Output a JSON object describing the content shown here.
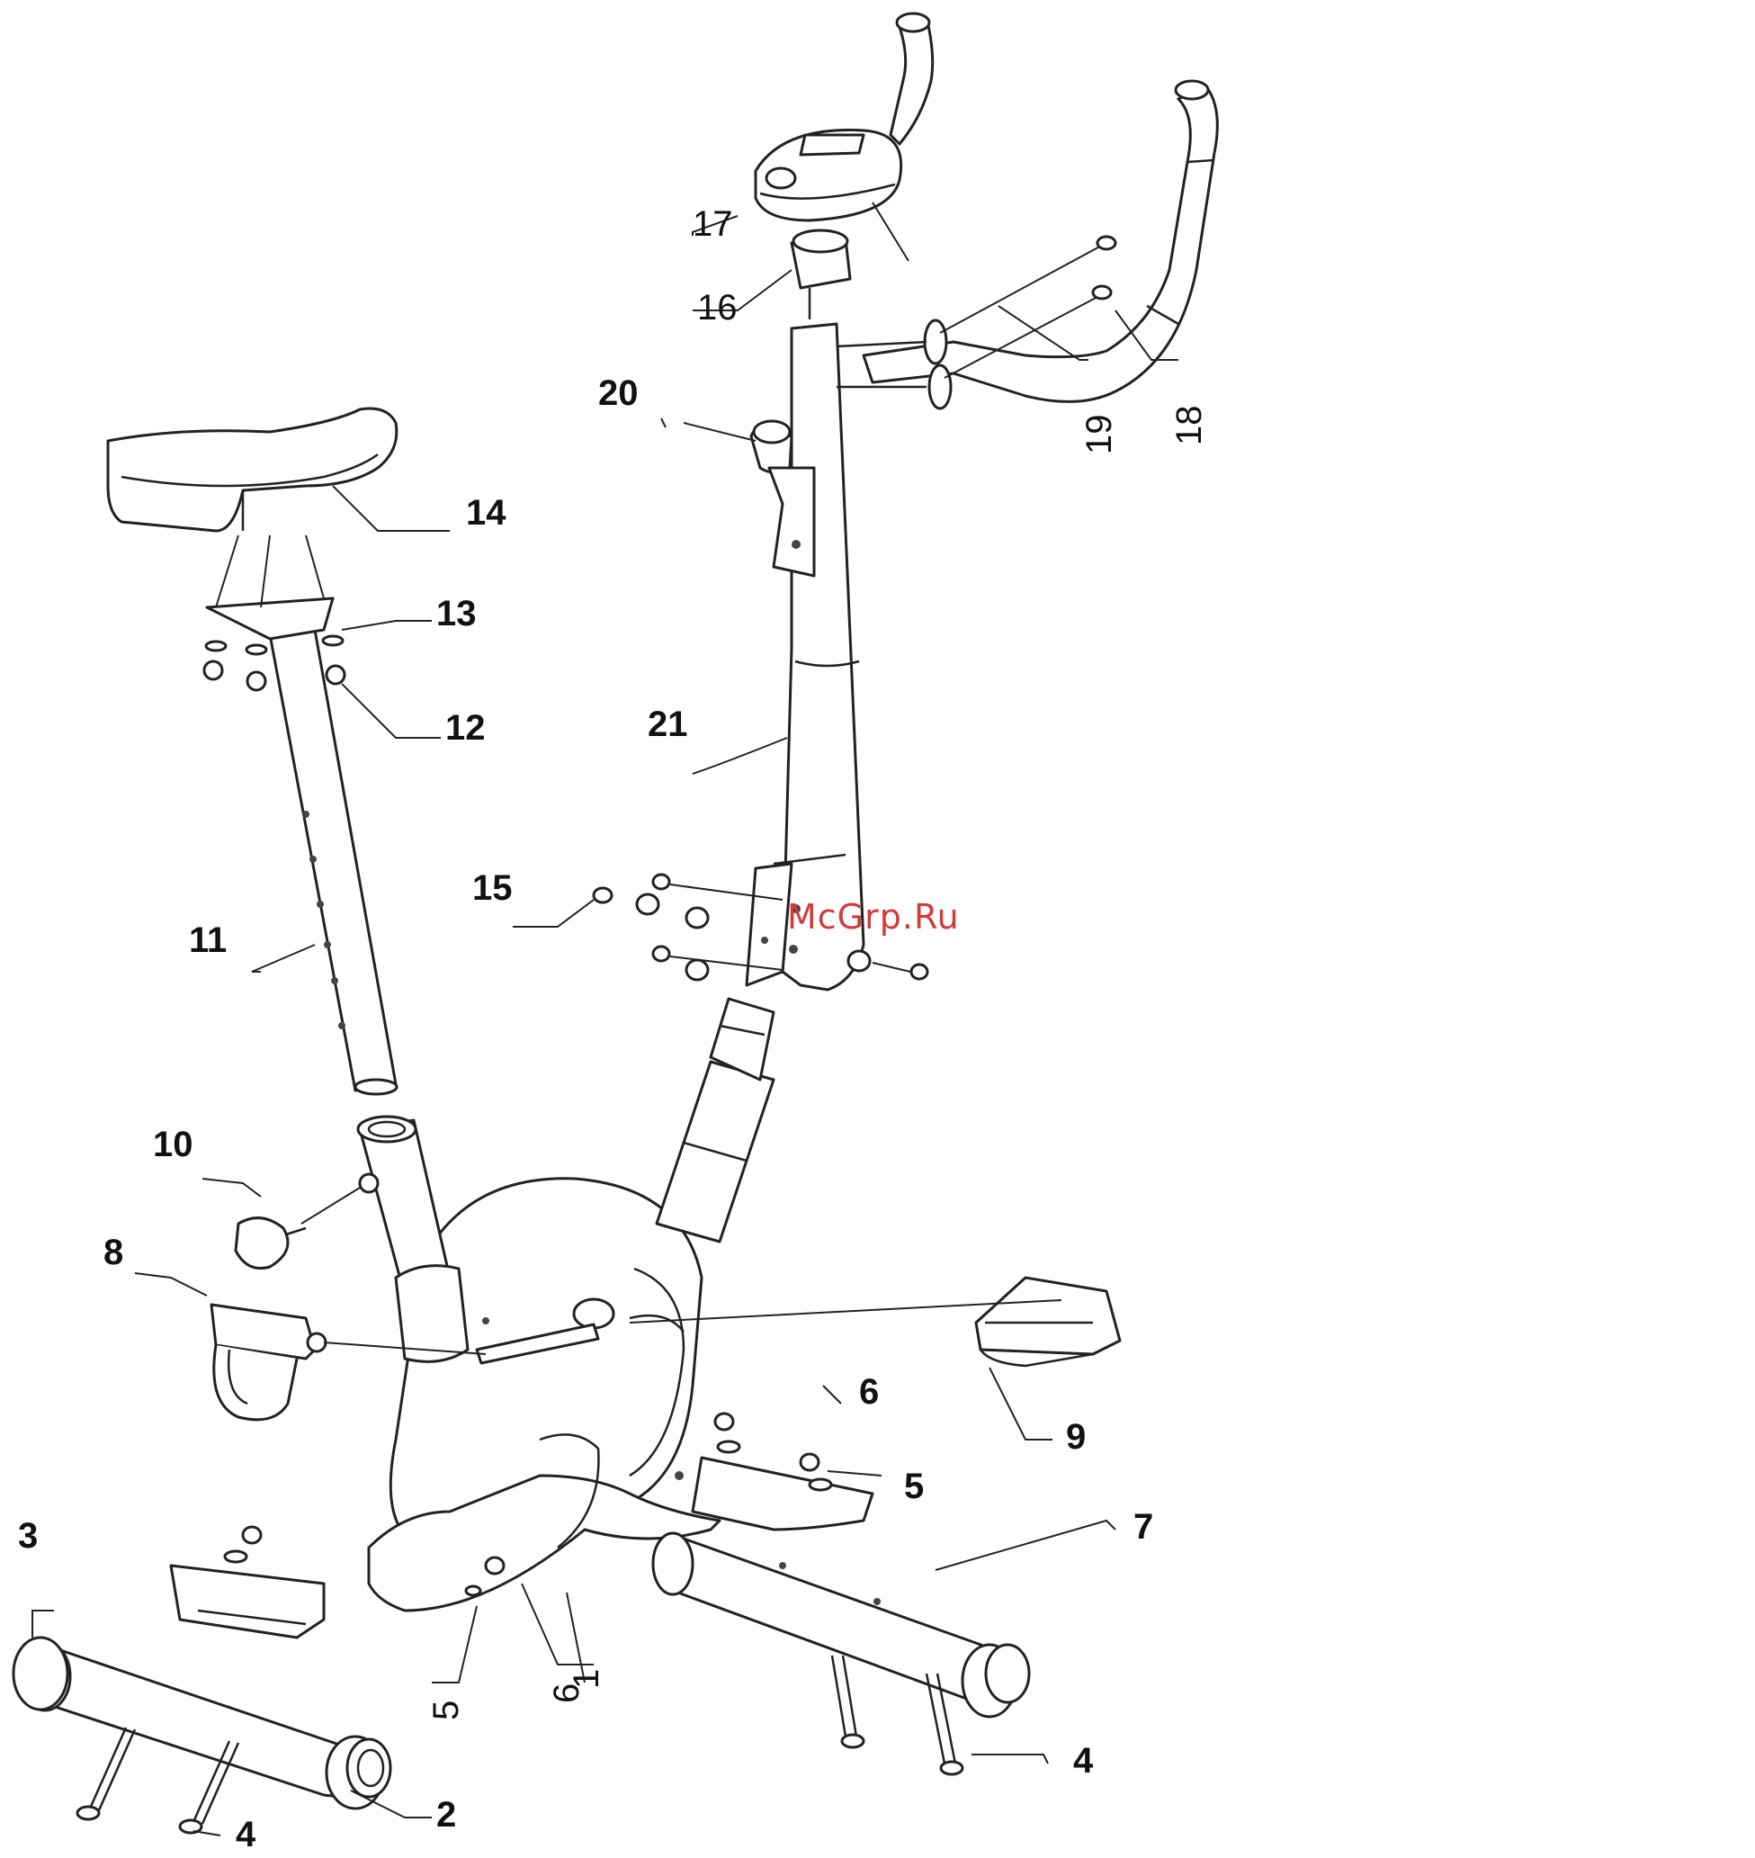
{
  "watermark": "McGrp.Ru",
  "callouts": [
    {
      "id": "1",
      "text": "1"
    },
    {
      "id": "2",
      "text": "2"
    },
    {
      "id": "3",
      "text": "3"
    },
    {
      "id": "4a",
      "text": "4"
    },
    {
      "id": "4b",
      "text": "4"
    },
    {
      "id": "5a",
      "text": "5"
    },
    {
      "id": "5b",
      "text": "5"
    },
    {
      "id": "6a",
      "text": "6"
    },
    {
      "id": "6b",
      "text": "6"
    },
    {
      "id": "7",
      "text": "7"
    },
    {
      "id": "8",
      "text": "8"
    },
    {
      "id": "9",
      "text": "9"
    },
    {
      "id": "10",
      "text": "10"
    },
    {
      "id": "11",
      "text": "11"
    },
    {
      "id": "12",
      "text": "12"
    },
    {
      "id": "13",
      "text": "13"
    },
    {
      "id": "14",
      "text": "14"
    },
    {
      "id": "15",
      "text": "15"
    },
    {
      "id": "16",
      "text": "16"
    },
    {
      "id": "17",
      "text": "17"
    },
    {
      "id": "18",
      "text": "18"
    },
    {
      "id": "19",
      "text": "19"
    },
    {
      "id": "20",
      "text": "20"
    },
    {
      "id": "21",
      "text": "21"
    }
  ]
}
